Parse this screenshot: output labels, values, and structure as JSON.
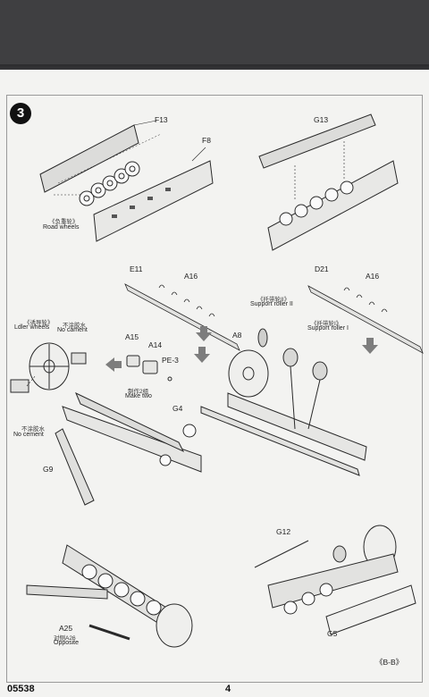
{
  "step": {
    "number": "3"
  },
  "labels": {
    "f13": "F13",
    "f8": "F8",
    "g13": "G13",
    "road_wheels_cn": "《负重轮》",
    "road_wheels_en": "Road wheels",
    "e11": "E11",
    "a16_left": "A16",
    "d21": "D21",
    "a16_right": "A16",
    "support_roller_2_cn": "《托带轮II》",
    "support_roller_2_en": "Support roller II",
    "support_roller_1_cn": "《托带轮I》",
    "support_roller_1_en": "Support roller I",
    "a8": "A8",
    "idler_cn": "《诱导轮》",
    "idler_en": "Ldler wheels",
    "no_cement_top_cn": "不涂胶水",
    "no_cement_top_en": "No cament",
    "no_cement_bottom_cn": "不涂胶水",
    "no_cement_bottom_en": "No cement",
    "a15": "A15",
    "a14": "A14",
    "pe3": "PE-3",
    "make_two_cn": "制作2组",
    "make_two_en": "Make two",
    "g4": "G4",
    "g9": "G9",
    "g12": "G12",
    "g5": "G5",
    "a25": "A25",
    "a26_cn": "对侧A26",
    "opposite": "Opposite",
    "view": "《B-B》"
  },
  "footer": {
    "code": "05538",
    "page": "4"
  },
  "colors": {
    "ink": "#2a2a2a",
    "arrow": "#7d7d7d",
    "paper": "#f3f3f1",
    "background": "#3f3f41"
  }
}
